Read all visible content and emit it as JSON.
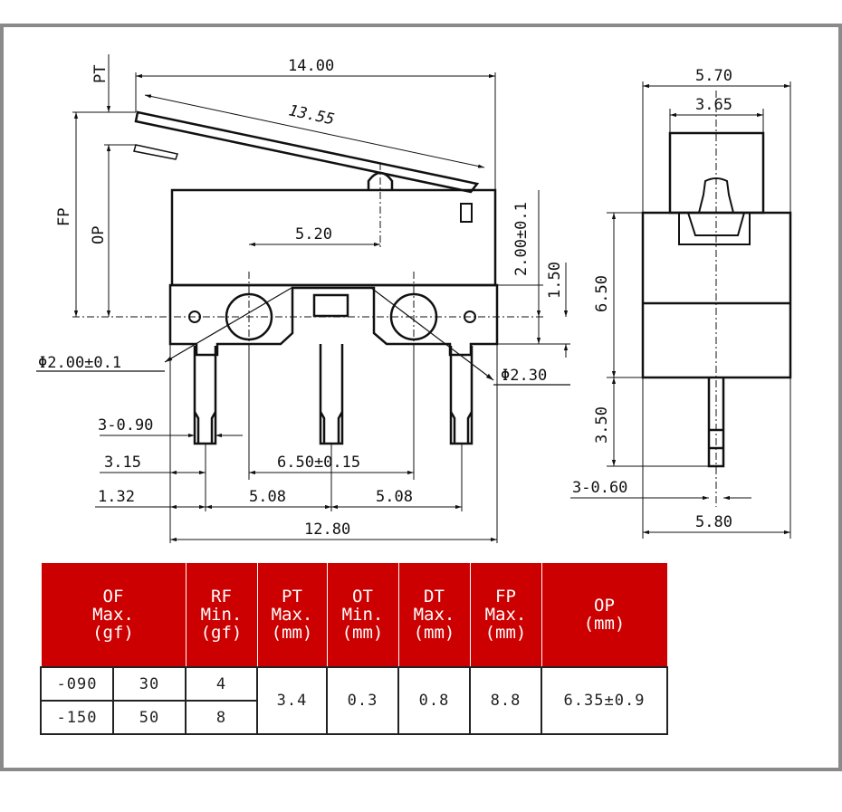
{
  "dims": {
    "pt": "PT",
    "fp": "FP",
    "op": "OP",
    "len_14_00": "14.00",
    "len_13_55": "13.55",
    "len_5_20": "5.20",
    "len_2_00": "2.00±0.1",
    "len_1_50": "1.50",
    "phi_2_00": "Φ2.00±0.1",
    "phi_2_30": "Φ2.30",
    "pin_3_0_90": "3-0.90",
    "len_3_15": "3.15",
    "len_6_50_015": "6.50±0.15",
    "len_1_32": "1.32",
    "len_5_08_a": "5.08",
    "len_5_08_b": "5.08",
    "len_12_80": "12.80",
    "len_5_70": "5.70",
    "len_3_65": "3.65",
    "len_6_50": "6.50",
    "len_3_50": "3.50",
    "pin_3_0_60": "3-0.60",
    "len_5_80": "5.80"
  },
  "table": {
    "headers": [
      "OF\nMax.\n(gf)",
      "RF\nMin.\n(gf)",
      "PT\nMax.\n(mm)",
      "OT\nMin.\n(mm)",
      "DT\nMax.\n(mm)",
      "FP\nMax.\n(mm)",
      "OP\n(mm)"
    ],
    "rows": [
      {
        "model": "-090",
        "of": "30",
        "rf": "4"
      },
      {
        "model": "-150",
        "of": "50",
        "rf": "8"
      }
    ],
    "pt": "3.4",
    "ot": "0.3",
    "dt": "0.8",
    "fp": "8.8",
    "op": "6.35±0.9"
  },
  "colors": {
    "header_bg": "#cc0000",
    "frame": "#8a8a8a",
    "line": "#111111"
  }
}
